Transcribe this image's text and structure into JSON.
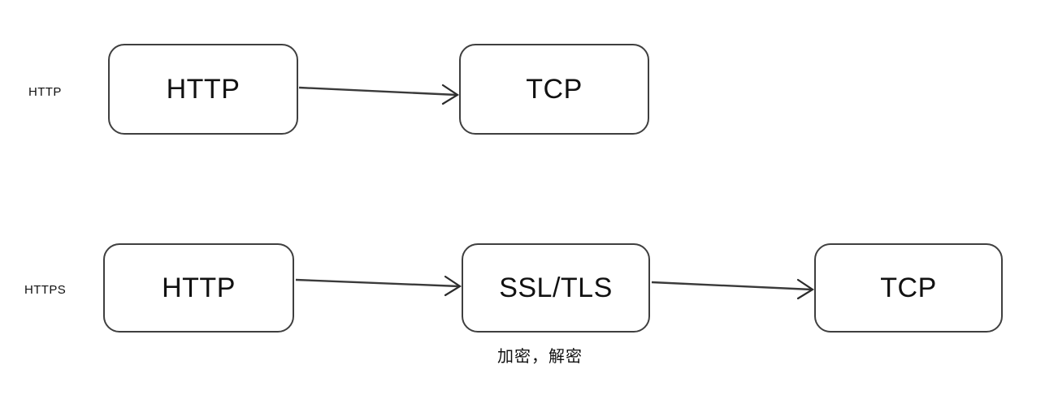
{
  "diagram": {
    "title_visible": false,
    "background_color": "#ffffff",
    "node_border_color": "#3f3f3f",
    "node_fill_color": "#ffffff",
    "edge_color": "#3a3a3a",
    "text_color": "#111111",
    "rows": [
      {
        "label": "HTTP",
        "nodes": [
          {
            "text": "HTTP"
          },
          {
            "text": "TCP"
          }
        ]
      },
      {
        "label": "HTTPS",
        "nodes": [
          {
            "text": "HTTP"
          },
          {
            "text": "SSL/TLS"
          },
          {
            "text": "TCP"
          }
        ],
        "caption": "加密，解密"
      }
    ],
    "edges": [
      {
        "name": "http-to-tcp",
        "from": "row1-http",
        "to": "row1-tcp"
      },
      {
        "name": "http-to-ssl",
        "from": "row2-http",
        "to": "row2-ssl"
      },
      {
        "name": "ssl-to-tcp",
        "from": "row2-ssl",
        "to": "row2-tcp"
      }
    ]
  }
}
